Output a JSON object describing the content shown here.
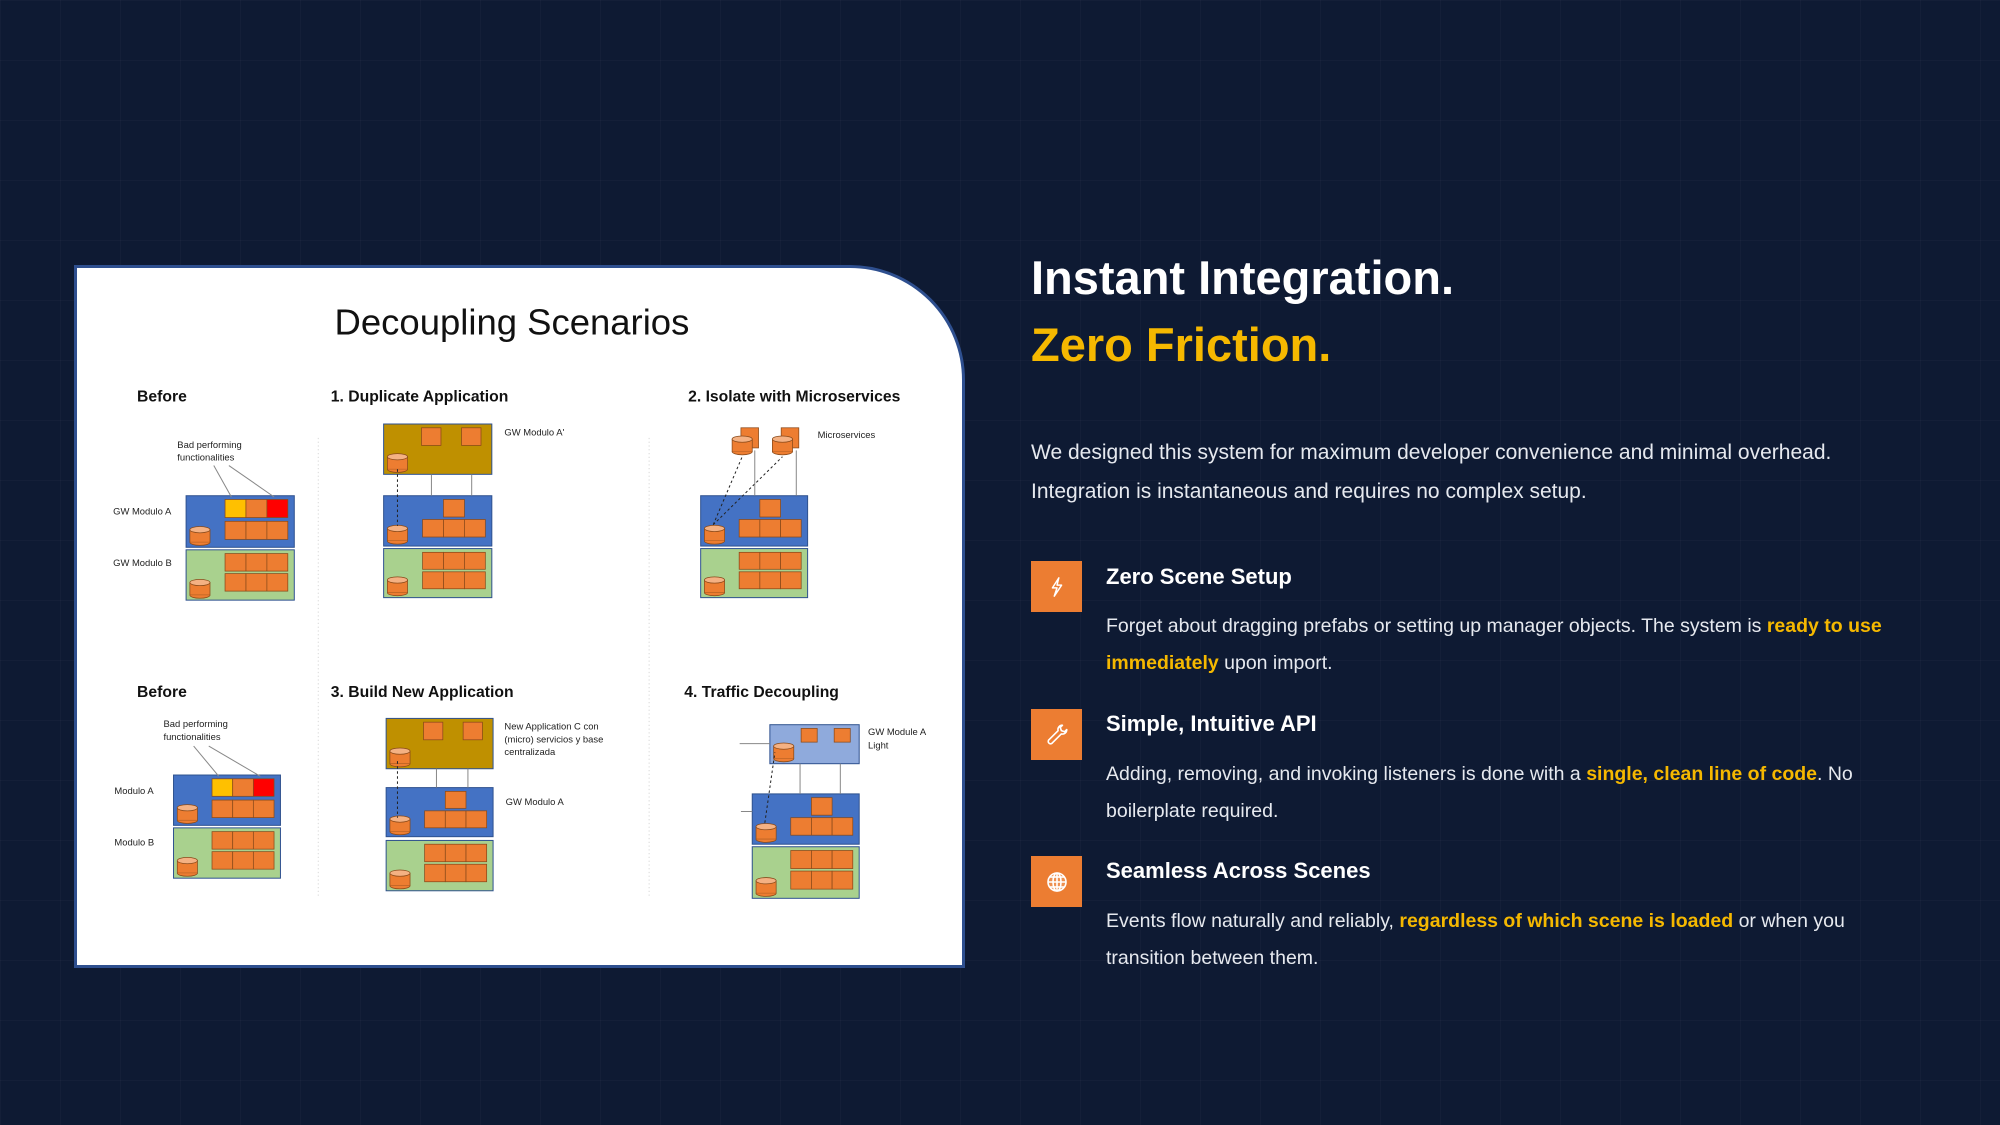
{
  "slide": {
    "title": "Decoupling Scenarios",
    "headings": [
      "Before",
      "1. Duplicate Application",
      "2. Isolate with Microservices",
      "Before",
      "3. Build New Application",
      "4. Traffic Decoupling"
    ],
    "labels": {
      "gw_modulo_a": "GW Modulo A",
      "gw_modulo_b": "GW Modulo B",
      "bad_perf_1": "Bad performing",
      "bad_perf_2": "functionalities",
      "gw_modulo_a_prime": "GW Modulo A'",
      "microservices": "Microservices",
      "modulo_a": "Modulo A",
      "modulo_b": "Modulo B",
      "new_app_1": "New Application C con",
      "new_app_2": "(micro) servicios y base",
      "new_app_3": "centralizada",
      "gw_modulo_a_2": "GW Modulo A",
      "gw_module_light_1": "GW Module A",
      "gw_module_light_2": "Light"
    },
    "colors": {
      "blue": "#4472c4",
      "green": "#a9d18e",
      "gold": "#bf9000",
      "lightblue": "#8faadc",
      "orange": "#ed7d31",
      "yellow": "#ffc000",
      "red": "#ff0000"
    }
  },
  "hero": {
    "title_line1": "Instant Integration.",
    "title_line2": "Zero Friction.",
    "intro": "We designed this system for maximum developer convenience and minimal overhead. Integration is instantaneous and requires no complex setup."
  },
  "features": [
    {
      "icon": "lightning-icon",
      "title": "Zero Scene Setup",
      "body_pre": "Forget about dragging prefabs or setting up manager objects. The system is ",
      "highlight": "ready to use immediately",
      "body_post": " upon import."
    },
    {
      "icon": "wrench-icon",
      "title": "Simple, Intuitive API",
      "body_pre": "Adding, removing, and invoking listeners is done with a ",
      "highlight": "single, clean line of code",
      "body_post": ". No boilerplate required."
    },
    {
      "icon": "globe-icon",
      "title": "Seamless Across Scenes",
      "body_pre": "Events flow naturally and reliably, ",
      "highlight": "regardless of which scene is loaded",
      "body_post": " or when you transition between them."
    }
  ],
  "accent_color": "#f5b800",
  "icon_bg_color": "#ec7d32"
}
